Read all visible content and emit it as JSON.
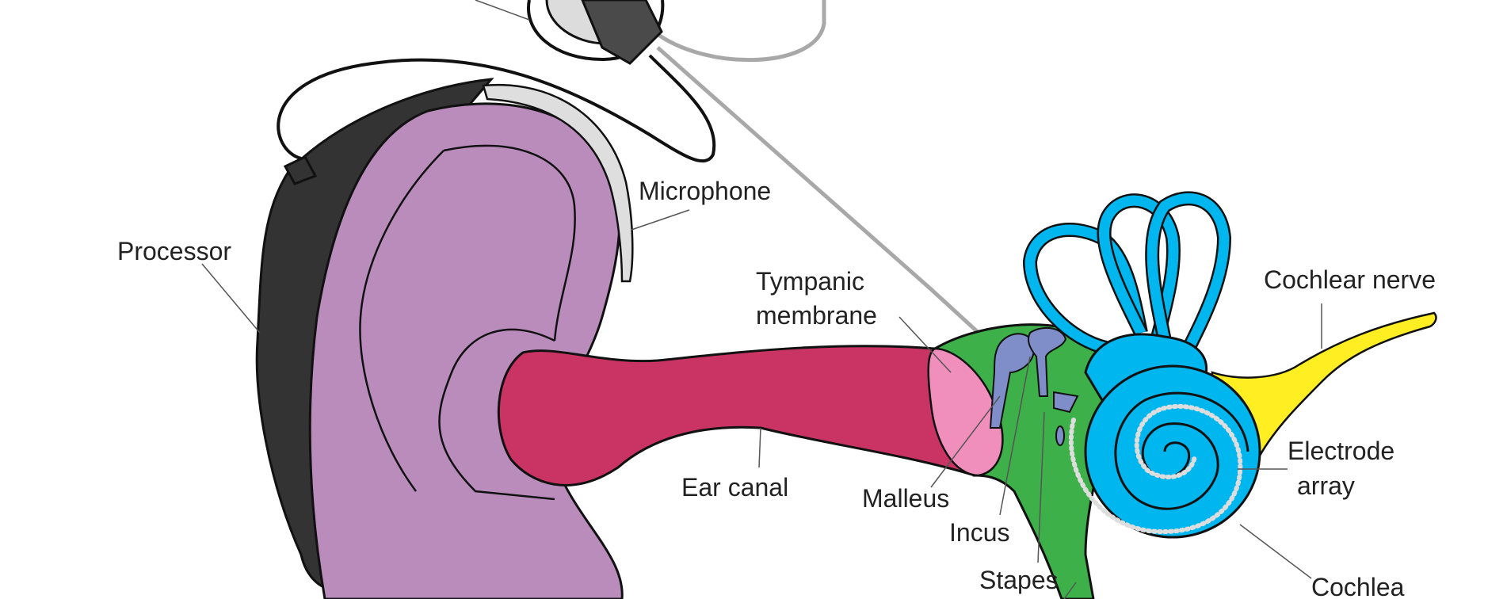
{
  "labels": {
    "processor": "Processor",
    "microphone": "Microphone",
    "tympanic_line1": "Tympanic",
    "tympanic_line2": "membrane",
    "ear_canal": "Ear canal",
    "malleus": "Malleus",
    "incus": "Incus",
    "stapes": "Stapes",
    "cochlear_nerve": "Cochlear nerve",
    "electrode_line1": "Electrode",
    "electrode_line2": "array",
    "cochlea": "Cochlea"
  },
  "colors": {
    "processor": "#333333",
    "ear": "#b98cbc",
    "ear_canal": "#c93464",
    "tympanic_membrane": "#f08fbb",
    "middle_ear": "#3eb049",
    "ossicles": "#7f8ec8",
    "cochlea": "#00b6ee",
    "cochlear_nerve": "#ffee22",
    "electrode": "#dddddd",
    "cable": "#a8a8a8"
  }
}
